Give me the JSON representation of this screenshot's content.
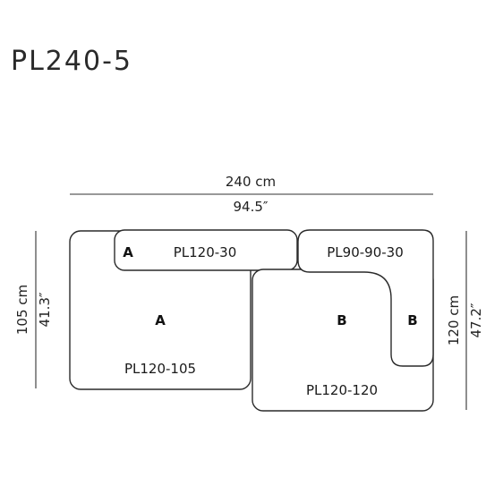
{
  "title": "PL240-5",
  "dimensions": {
    "width_cm": "240 cm",
    "width_in": "94.5″",
    "left_height_cm": "105 cm",
    "left_height_in": "41.3″",
    "right_height_cm": "120 cm",
    "right_height_in": "47.2″"
  },
  "modules": {
    "back_left": {
      "letter": "A",
      "name": "PL120-30"
    },
    "seat_left": {
      "letter": "A",
      "name": "PL120-105"
    },
    "back_right": {
      "name": "PL90-90-30"
    },
    "seat_right": {
      "letter": "B",
      "name": "PL120-120"
    },
    "arm_right": {
      "letter": "B"
    }
  }
}
